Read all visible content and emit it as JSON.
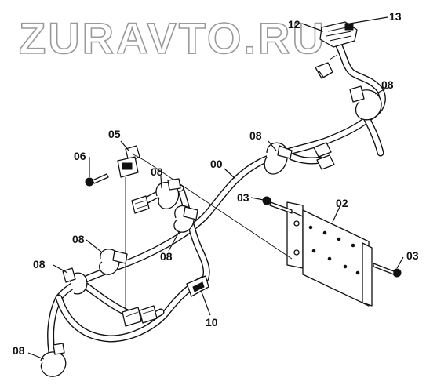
{
  "watermark": "ZURAVTO.RU",
  "labels": {
    "p00": "00",
    "p02": "02",
    "p03a": "03",
    "p03b": "03",
    "p05": "05",
    "p06": "06",
    "p08a": "08",
    "p08b": "08",
    "p08c": "08",
    "p08d": "08",
    "p08e": "08",
    "p08f": "08",
    "p08g": "08",
    "p10": "10",
    "p12": "12",
    "p13": "13"
  }
}
